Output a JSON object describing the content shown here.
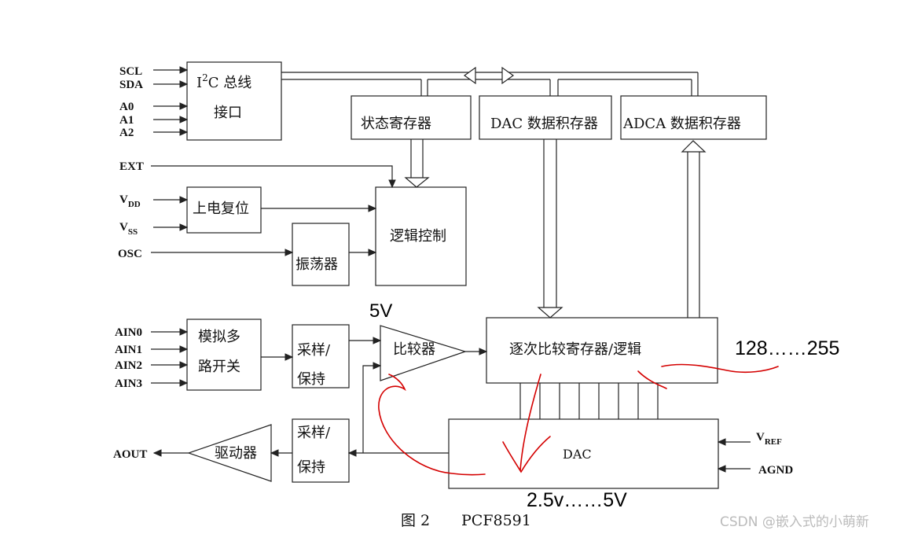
{
  "pins": {
    "scl": "SCL",
    "sda": "SDA",
    "a0": "A0",
    "a1": "A1",
    "a2": "A2",
    "ext": "EXT",
    "vdd": "V",
    "vdd_sub": "DD",
    "vss": "V",
    "vss_sub": "SS",
    "osc": "OSC",
    "ain0": "AIN0",
    "ain1": "AIN1",
    "ain2": "AIN2",
    "ain3": "AIN3",
    "aout": "AOUT",
    "vref": "V",
    "vref_sub": "REF",
    "agnd": "AGND"
  },
  "blocks": {
    "i2c_line1_pre": "I",
    "i2c_line1_sup": "2",
    "i2c_line1_post": "C 总线",
    "i2c_line2": "接口",
    "status_reg": "状态寄存器",
    "dac_data_reg": "DAC 数据积存器",
    "adca_data_reg": "ADCA 数据积存器",
    "power_reset": "上电复位",
    "logic_ctrl": "逻辑控制",
    "oscillator": "振荡器",
    "mux_line1": "模拟多",
    "mux_line2": "路开关",
    "sh1_line1": "采样/",
    "sh1_line2": "保持",
    "comparator": "比较器",
    "sar": "逐次比较寄存器/逻辑",
    "dac": "DAC",
    "sh2_line1": "采样/",
    "sh2_line2": "保持",
    "driver": "驱动器"
  },
  "annotations": {
    "five_v": "5V",
    "range_top": "128……255",
    "range_bottom": "2.5v……5V"
  },
  "caption": {
    "figure": "图 2",
    "part": "PCF8591"
  },
  "watermark": "CSDN @嵌入式的小萌新",
  "colors": {
    "annotation_red": "#d40000",
    "line": "#222222"
  }
}
